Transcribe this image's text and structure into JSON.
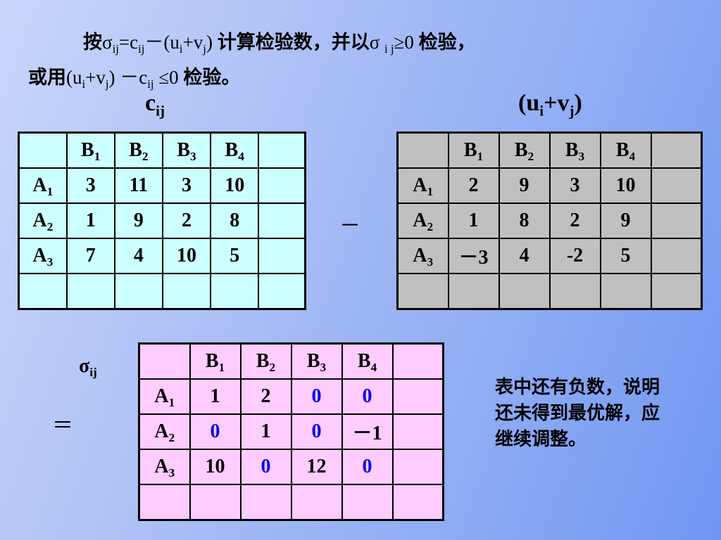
{
  "intro": {
    "line1_prefix": "按",
    "line1_math": "σij=cij－(ui+vj)",
    "line1_mid": "计算检验数，并以",
    "line1_cond": "σ ij≥0",
    "line1_end": "检验，",
    "line2_prefix": "或用",
    "line2_math": "(ui+vj) －cij ≤0",
    "line2_end": "检验。"
  },
  "cost_title": "cij",
  "uv_title": "(ui+vj)",
  "minus_sign": "－",
  "sigma_label": "σij",
  "equals_sign": "＝",
  "note": "表中还有负数，说明还未得到最优解，应继续调整。",
  "columns": [
    "B1",
    "B2",
    "B3",
    "B4"
  ],
  "rows": [
    "A1",
    "A2",
    "A3"
  ],
  "cost_table": [
    [
      "3",
      "11",
      "3",
      "10"
    ],
    [
      "1",
      "9",
      "2",
      "8"
    ],
    [
      "7",
      "4",
      "10",
      "5"
    ]
  ],
  "uv_table": [
    [
      "2",
      "9",
      "3",
      "10"
    ],
    [
      "1",
      "8",
      "2",
      "9"
    ],
    [
      "－3",
      "4",
      "-2",
      "5"
    ]
  ],
  "sigma_table": [
    [
      "1",
      "2",
      "0",
      "0"
    ],
    [
      "0",
      "1",
      "0",
      "－1"
    ],
    [
      "10",
      "0",
      "12",
      "0"
    ]
  ],
  "colors": {
    "cost_bg": "#ccffff",
    "uv_bg": "#c0c0c0",
    "sigma_bg": "#ffccff",
    "zero_highlight": "#0000ee"
  }
}
